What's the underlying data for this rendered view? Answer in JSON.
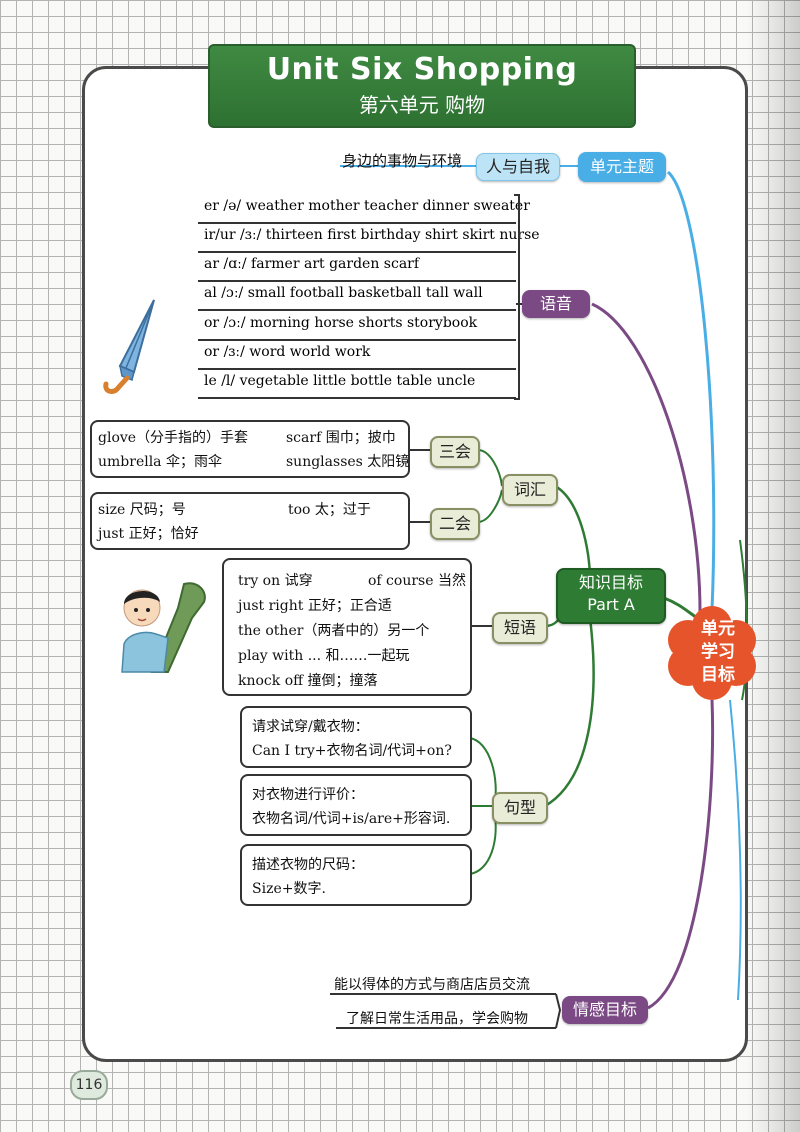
{
  "title": {
    "en": "Unit Six    Shopping",
    "zh": "第六单元    购物"
  },
  "center": {
    "label_line1": "单元",
    "label_line2": "学习",
    "label_line3": "目标"
  },
  "theme": {
    "label": "单元主题",
    "sub": "人与自我",
    "text": "身边的事物与环境"
  },
  "phonics": {
    "label": "语音",
    "rows": [
      "er  /ə/  weather mother teacher dinner sweater",
      "ir/ur  /ɜː/  thirteen first birthday shirt skirt nurse",
      "ar  /ɑː/  farmer art garden scarf",
      "al  /ɔː/  small football basketball tall wall",
      "or  /ɔː/  morning horse shorts storybook",
      "or  /ɜː/  word world work",
      "le  /l/  vegetable little bottle table uncle"
    ]
  },
  "knowledge": {
    "line1": "知识目标",
    "line2": "Part A"
  },
  "vocab": {
    "label": "词汇",
    "three": {
      "label": "三会",
      "items": [
        "glove（分手指的）手套",
        "scarf 围巾；披巾",
        "umbrella 伞；雨伞",
        "sunglasses 太阳镜"
      ]
    },
    "two": {
      "label": "二会",
      "items": [
        "size 尺码；号",
        "too 太；过于",
        "just 正好；恰好"
      ]
    }
  },
  "phrases": {
    "label": "短语",
    "items": [
      "try on 试穿",
      "of course 当然",
      "just right 正好；正合适",
      "the other（两者中的）另一个",
      "play with ... 和……一起玩",
      "knock off 撞倒；撞落"
    ]
  },
  "sentences": {
    "label": "句型",
    "groups": [
      {
        "title": "请求试穿/戴衣物：",
        "pattern": "Can I try+衣物名词/代词+on?"
      },
      {
        "title": "对衣物进行评价：",
        "pattern": "衣物名词/代词+is/are+形容词."
      },
      {
        "title": "描述衣物的尺码：",
        "pattern": "Size+数字."
      }
    ]
  },
  "emotion": {
    "label": "情感目标",
    "items": [
      "能以得体的方式与商店店员交流",
      "了解日常生活用品，学会购物"
    ]
  },
  "page_number": "116",
  "colors": {
    "green": "#2e7b33",
    "purple": "#7b4a85",
    "blue": "#4aaee6",
    "orange": "#e5542b",
    "khaki": "#e9ecd7"
  }
}
